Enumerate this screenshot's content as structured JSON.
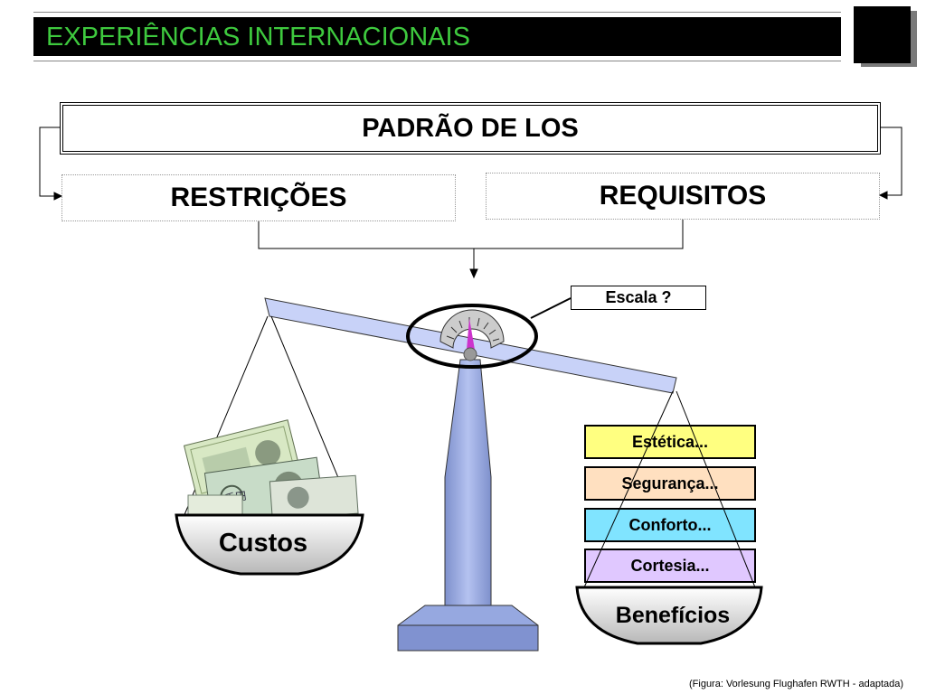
{
  "header": {
    "title": "EXPERIÊNCIAS INTERNACIONAIS"
  },
  "diagram": {
    "top_box": "PADRÃO DE LOS",
    "left_box": "RESTRIÇÕES",
    "right_box": "REQUISITOS",
    "scale_label": "Escala ?",
    "left_pan_label": "Custos",
    "right_pan_label": "Benefícios",
    "benefit_items": [
      {
        "label": "Estética...",
        "color": "#ffff80"
      },
      {
        "label": "Segurança...",
        "color": "#ffe0c0"
      },
      {
        "label": "Conforto...",
        "color": "#80e4ff"
      },
      {
        "label": "Cortesia...",
        "color": "#e0c8ff"
      }
    ],
    "colors": {
      "beam": "#c8d2f8",
      "pillar": "#96a8e0",
      "title_text": "#3ec93e"
    }
  },
  "footer": {
    "credit": "(Figura: Vorlesung Flughafen RWTH - adaptada)"
  }
}
